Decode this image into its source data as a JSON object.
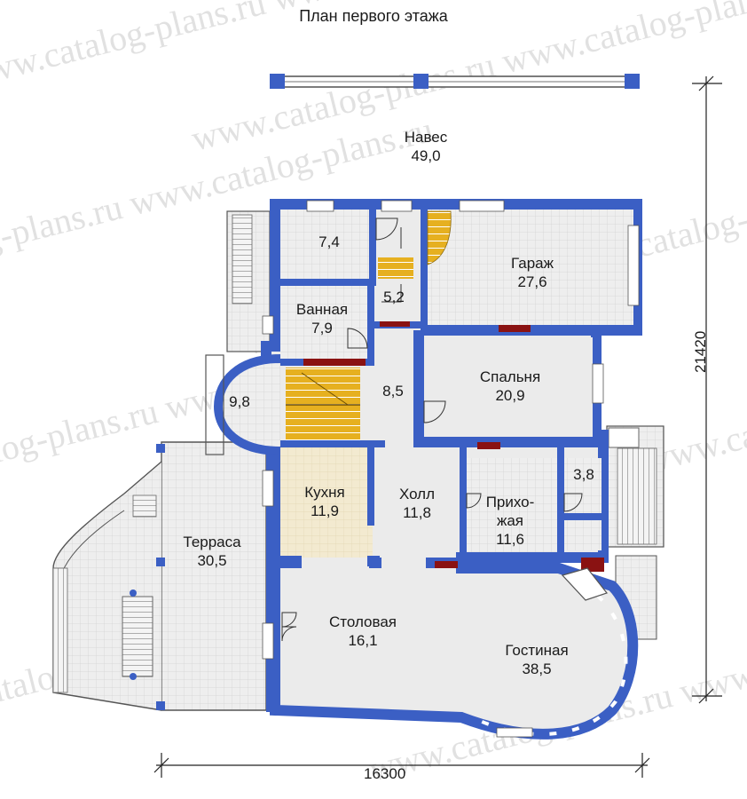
{
  "title": "План первого этажа",
  "watermark": "www.catalog-plans.ru",
  "colors": {
    "wall": "#3b5fc4",
    "wall_dark": "#2c47a8",
    "floor": "#ebebeb",
    "kitchen_floor": "#f3ead0",
    "stair": "#e6b020",
    "window": "#ffffff",
    "door_frame": "#8a1212"
  },
  "rooms": [
    {
      "id": "naves",
      "name": "Навес",
      "area": "49,0"
    },
    {
      "id": "r74",
      "name": "",
      "area": "7,4"
    },
    {
      "id": "garazh",
      "name": "Гараж",
      "area": "27,6"
    },
    {
      "id": "r52",
      "name": "",
      "area": "5,2"
    },
    {
      "id": "vannaya",
      "name": "Ванная",
      "area": "7,9"
    },
    {
      "id": "r98",
      "name": "",
      "area": "9,8"
    },
    {
      "id": "r85",
      "name": "",
      "area": "8,5"
    },
    {
      "id": "spalnya",
      "name": "Спальня",
      "area": "20,9"
    },
    {
      "id": "kuhnya",
      "name": "Кухня",
      "area": "11,9"
    },
    {
      "id": "holl",
      "name": "Холл",
      "area": "11,8"
    },
    {
      "id": "prihozhaya",
      "name": "Прихо-\nжая",
      "area": "11,6"
    },
    {
      "id": "r38",
      "name": "",
      "area": "3,8"
    },
    {
      "id": "terrasa",
      "name": "Терраса",
      "area": "30,5"
    },
    {
      "id": "stolovaya",
      "name": "Столовая",
      "area": "16,1"
    },
    {
      "id": "gostinaya",
      "name": "Гостиная",
      "area": "38,5"
    }
  ],
  "dimensions": {
    "width": "16300",
    "height": "21420"
  }
}
